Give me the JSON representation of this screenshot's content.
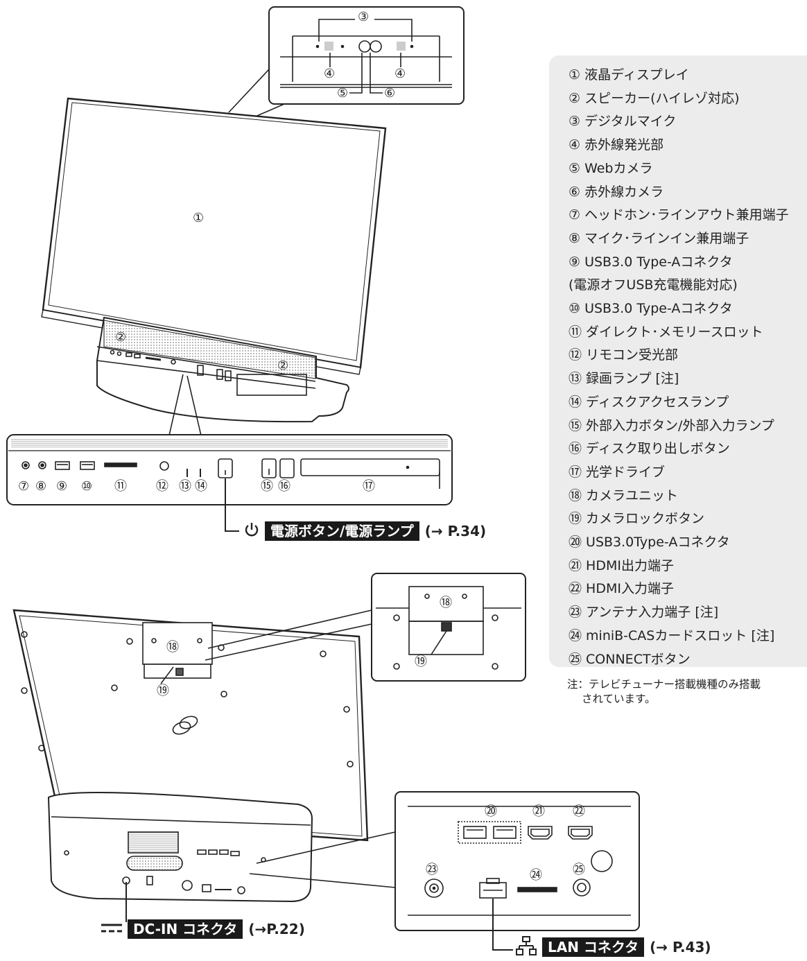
{
  "legend": [
    "① 液晶ディスプレイ",
    "② スピーカー(ハイレゾ対応)",
    "③ デジタルマイク",
    "④ 赤外線発光部",
    "⑤ Webカメラ",
    "⑥ 赤外線カメラ",
    "⑦ ヘッドホン･ラインアウト兼用端子",
    "⑧ マイク･ラインイン兼用端子",
    "⑨ USB3.0 Type-Aコネクタ",
    "(電源オフUSB充電機能対応)",
    "⑩ USB3.0 Type-Aコネクタ",
    "⑪ ダイレクト･メモリースロット",
    "⑫ リモコン受光部",
    "⑬ 録画ランプ [注]",
    "⑭ ディスクアクセスランプ",
    "⑮ 外部入力ボタン/外部入力ランプ",
    "⑯ ディスク取り出しボタン",
    "⑰ 光学ドライブ",
    "⑱ カメラユニット",
    "⑲ カメラロックボタン",
    "⑳ USB3.0Type-Aコネクタ",
    "㉑ HDMI出力端子",
    "㉒ HDMI入力端子",
    "㉓ アンテナ入力端子 [注]",
    "㉔ miniB-CASカードスロット [注]",
    "㉕ CONNECTボタン"
  ],
  "note": {
    "line1": "注：テレビチューナー搭載機種のみ搭載",
    "line2": "されています。"
  },
  "callouts": {
    "power": {
      "tag": "電源ボタン/電源ランプ",
      "ref": "(→ P.34)",
      "icon": "power-icon"
    },
    "dcin": {
      "tag": "DC-IN コネクタ",
      "ref": "(→P.22)",
      "icon": "dc-icon"
    },
    "lan": {
      "tag": "LAN コネクタ",
      "ref": "(→ P.43)",
      "icon": "lan-icon"
    }
  },
  "marks": {
    "n1": "①",
    "n2": "②",
    "n3": "③",
    "n4": "④",
    "n5": "⑤",
    "n6": "⑥",
    "n7": "⑦",
    "n8": "⑧",
    "n9": "⑨",
    "n10": "⑩",
    "n11": "⑪",
    "n12": "⑫",
    "n13": "⑬",
    "n14": "⑭",
    "n15": "⑮",
    "n16": "⑯",
    "n17": "⑰",
    "n18": "⑱",
    "n19": "⑲",
    "n20": "⑳",
    "n21": "㉑",
    "n22": "㉒",
    "n23": "㉓",
    "n24": "㉔",
    "n25": "㉕"
  }
}
